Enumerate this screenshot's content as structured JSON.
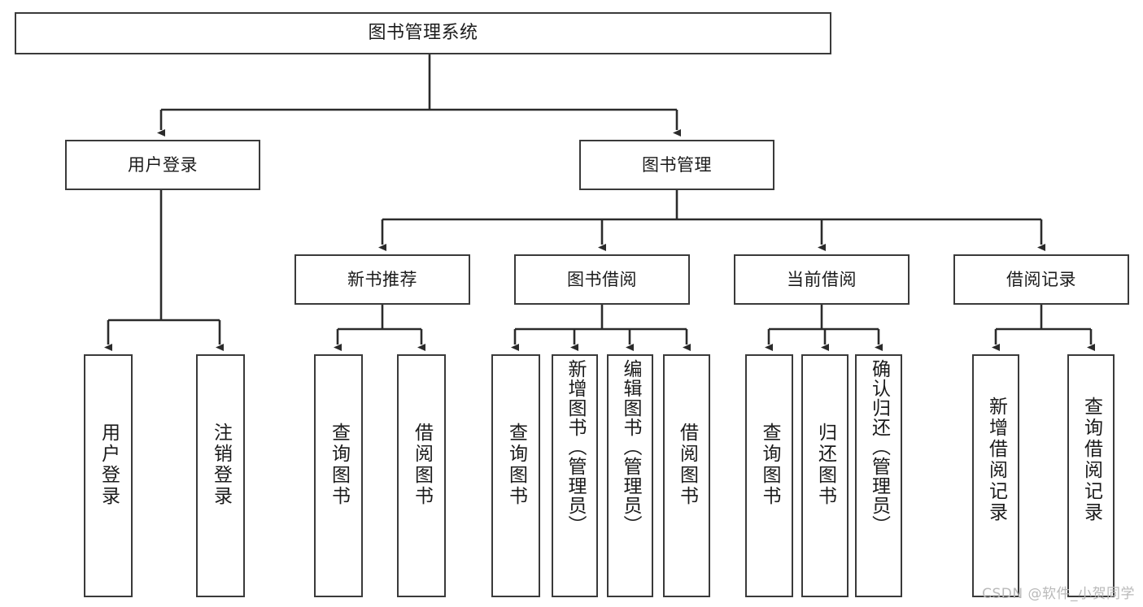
{
  "diagram": {
    "title": "图书管理系统",
    "type": "hierarchy-tree",
    "root": {
      "id": "root",
      "label": "图书管理系统"
    },
    "level2": [
      {
        "id": "user-login",
        "label": "用户登录"
      },
      {
        "id": "book-manage",
        "label": "图书管理"
      }
    ],
    "level3": [
      {
        "id": "new-book-recommend",
        "label": "新书推荐"
      },
      {
        "id": "book-borrow",
        "label": "图书借阅"
      },
      {
        "id": "current-borrow",
        "label": "当前借阅"
      },
      {
        "id": "borrow-record",
        "label": "借阅记录"
      }
    ],
    "leaves": [
      {
        "id": "leaf-user-login",
        "label": "用户登录"
      },
      {
        "id": "leaf-logout-login",
        "label": "注销登录"
      },
      {
        "id": "leaf-query-book-1",
        "label": "查询图书"
      },
      {
        "id": "leaf-borrow-book-1",
        "label": "借阅图书"
      },
      {
        "id": "leaf-query-book-2",
        "label": "查询图书"
      },
      {
        "id": "leaf-add-book-admin",
        "label": "新增图书（管理员）"
      },
      {
        "id": "leaf-edit-book-admin",
        "label": "编辑图书（管理员）"
      },
      {
        "id": "leaf-borrow-book-2",
        "label": "借阅图书"
      },
      {
        "id": "leaf-query-book-3",
        "label": "查询图书"
      },
      {
        "id": "leaf-return-book",
        "label": "归还图书"
      },
      {
        "id": "leaf-confirm-return-admin",
        "label": "确认归还（管理员）"
      },
      {
        "id": "leaf-add-borrow-record",
        "label": "新增借阅记录"
      },
      {
        "id": "leaf-query-borrow-record",
        "label": "查询借阅记录"
      }
    ],
    "watermark": "CSDN @软件_小贺同学",
    "colors": {
      "border": "#3a3a3a",
      "text": "#1b1b1b",
      "background": "#ffffff",
      "connector": "#2b2b2b",
      "watermark": "#b9b9b9"
    }
  }
}
